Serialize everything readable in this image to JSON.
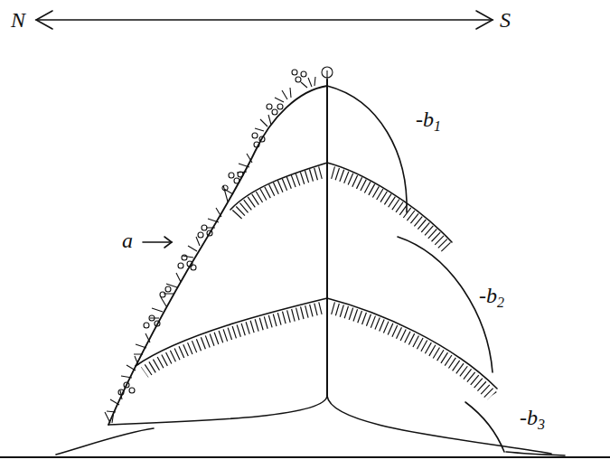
{
  "diagram": {
    "labels": [
      "N",
      "S",
      "a",
      "-b1",
      "-b2",
      "-b3"
    ]
  }
}
